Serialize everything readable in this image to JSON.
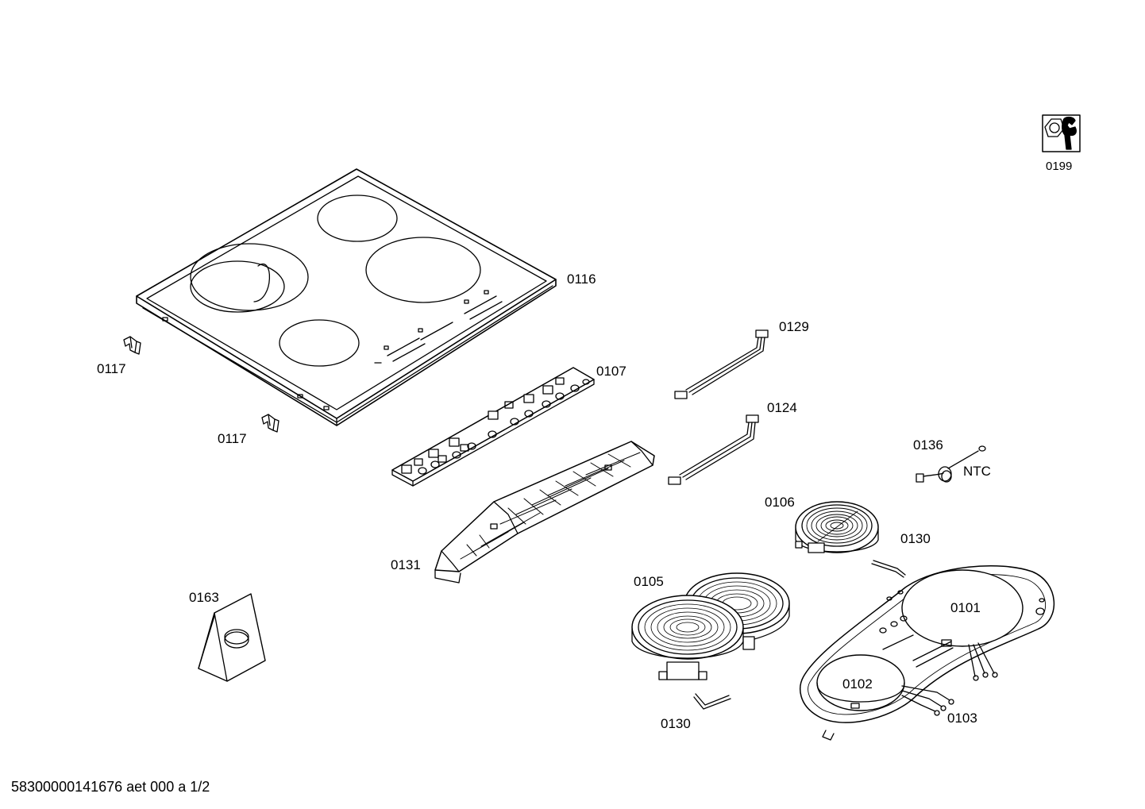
{
  "parts": {
    "p0116": "0116",
    "p0117a": "0117",
    "p0117b": "0117",
    "p0107": "0107",
    "p0129": "0129",
    "p0124": "0124",
    "p0136": "0136",
    "ntc": "NTC",
    "p0106": "0106",
    "p0130a": "0130",
    "p0130b": "0130",
    "p0131": "0131",
    "p0105": "0105",
    "p0101": "0101",
    "p0102": "0102",
    "p0103": "0103",
    "p0163": "0163",
    "p0199": "0199"
  },
  "footer": {
    "doc_id": "58300000141676 aet 000 a 1/2"
  },
  "icons": {
    "service": "service-tools-icon"
  }
}
